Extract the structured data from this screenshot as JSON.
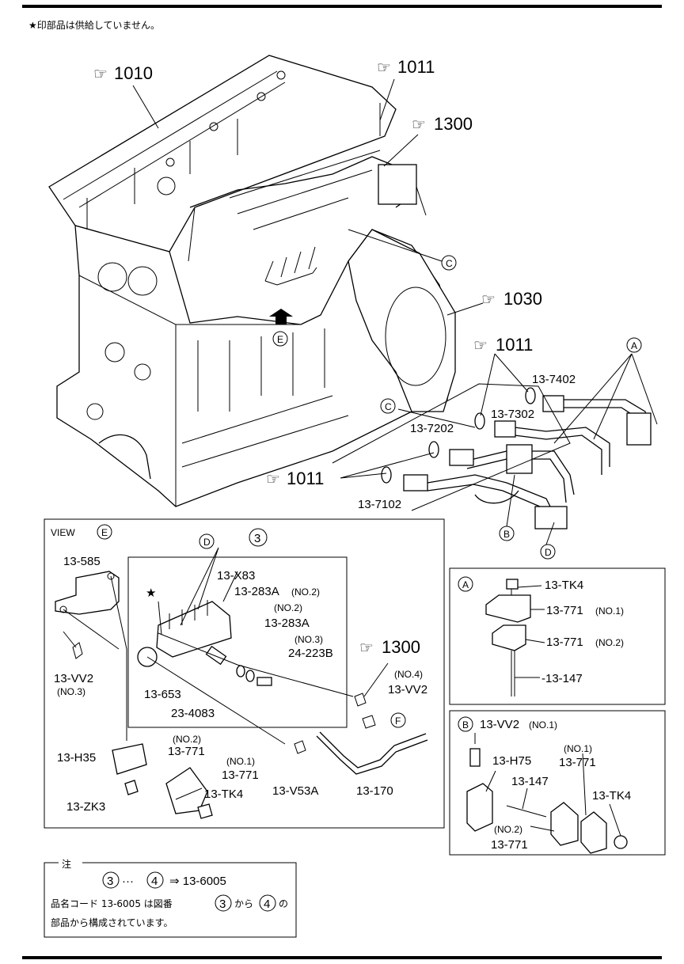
{
  "header_note": "★印部品は供給していません。",
  "refs": {
    "r1010": "1010",
    "r1011_top": "1011",
    "r1300_top": "1300",
    "r1030": "1030",
    "r1011_mid": "1011",
    "r1011_low": "1011",
    "r1300_view": "1300"
  },
  "callouts": {
    "A": "A",
    "B": "B",
    "C": "C",
    "D": "D",
    "E": "E",
    "F": "F",
    "three": "3",
    "four": "4"
  },
  "engine_parts": {
    "p7402": "13-7402",
    "p7302": "13-7302",
    "p7202": "13-7202",
    "p7102": "13-7102"
  },
  "view_e": {
    "title": "VIEW",
    "p585": "13-585",
    "px83": "13-X83",
    "p283a_no2": "13-283A",
    "no2_a": "(NO.2)",
    "no2_b": "(NO.2)",
    "p283a": "13-283A",
    "no3": "(NO.3)",
    "p24223b": "24-223B",
    "no4": "(NO.4)",
    "pvv2_right": "13-VV2",
    "pvv2_left": "13-VV2",
    "no3_left": "(NO.3)",
    "p653": "13-653",
    "p4083": "23-4083",
    "ph35": "13-H35",
    "no2_771": "(NO.2)",
    "p771_a": "13-771",
    "no1_771": "(NO.1)",
    "p771_b": "13-771",
    "ptk4": "13-TK4",
    "pzk3": "13-ZK3",
    "pv53a": "13-V53A",
    "p170": "13-170",
    "star": "★"
  },
  "box_a": {
    "tk4": "13-TK4",
    "p771_no1": "13-771",
    "no1": "(NO.1)",
    "p771_no2": "13-771",
    "no2": "(NO.2)",
    "p147": "-13-147"
  },
  "box_b": {
    "vv2": "13-VV2",
    "vv2_no": "(NO.1)",
    "h75": "13-H75",
    "p147": "13-147",
    "no1": "(NO.1)",
    "p771_top": "13-771",
    "tk4": "13-TK4",
    "no2": "(NO.2)",
    "p771_bot": "13-771"
  },
  "note": {
    "title": "注",
    "dots": "···",
    "arrow": "⇒ 13-6005",
    "line2_a": "品名コード 13-6005 は図番",
    "line2_b": "から",
    "line2_c": "の",
    "line3": "部品から構成されています。"
  }
}
